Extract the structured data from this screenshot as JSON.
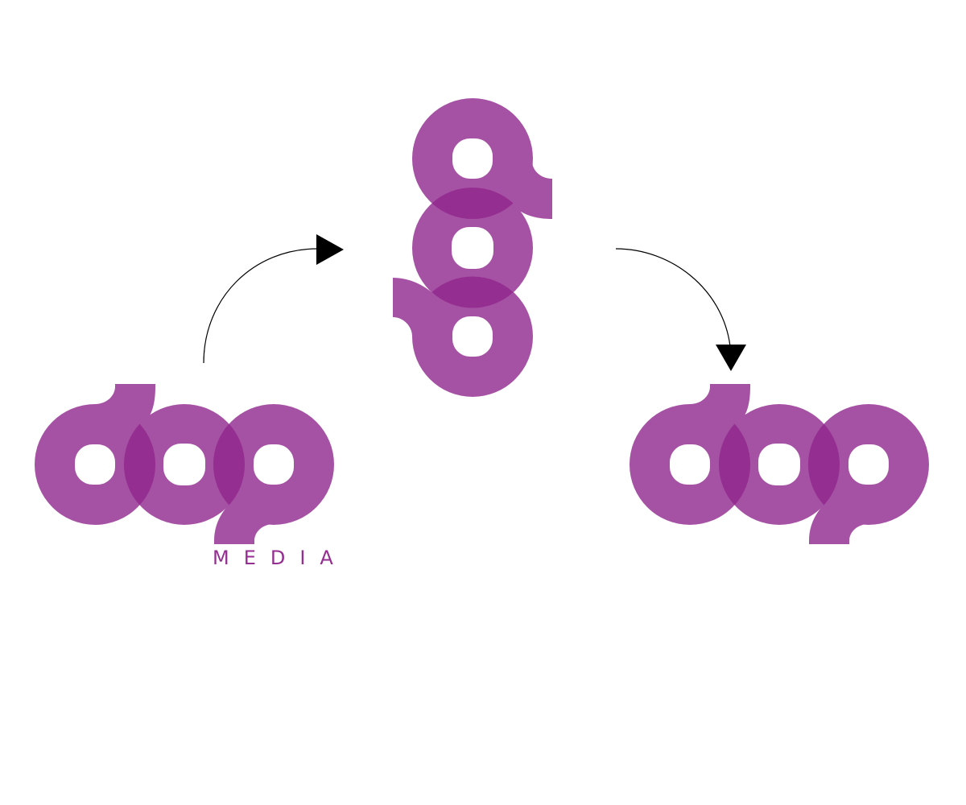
{
  "diagram": {
    "description": "Logo transformation: horizontal dop logo rotated into vertical stacked mark, then into horizontal logo without wordmark",
    "colors": {
      "logo": "#A652A4",
      "overlap": "#952E91",
      "arrow": "#000000",
      "background": "#FFFFFF"
    },
    "nodes": [
      {
        "id": "logo-left",
        "label": "dop",
        "tagline": "MEDIA",
        "orientation": "horizontal"
      },
      {
        "id": "logo-center",
        "label": "dop",
        "orientation": "vertical"
      },
      {
        "id": "logo-right",
        "label": "dop",
        "orientation": "horizontal"
      }
    ],
    "edges": [
      {
        "from": "logo-left",
        "to": "logo-center",
        "style": "curved-arrow"
      },
      {
        "from": "logo-center",
        "to": "logo-right",
        "style": "curved-arrow"
      }
    ]
  },
  "logo_left": {
    "wordmark": "dop",
    "tagline": "MEDIA"
  },
  "logo_center": {
    "wordmark": "dop"
  },
  "logo_right": {
    "wordmark": "dop"
  }
}
